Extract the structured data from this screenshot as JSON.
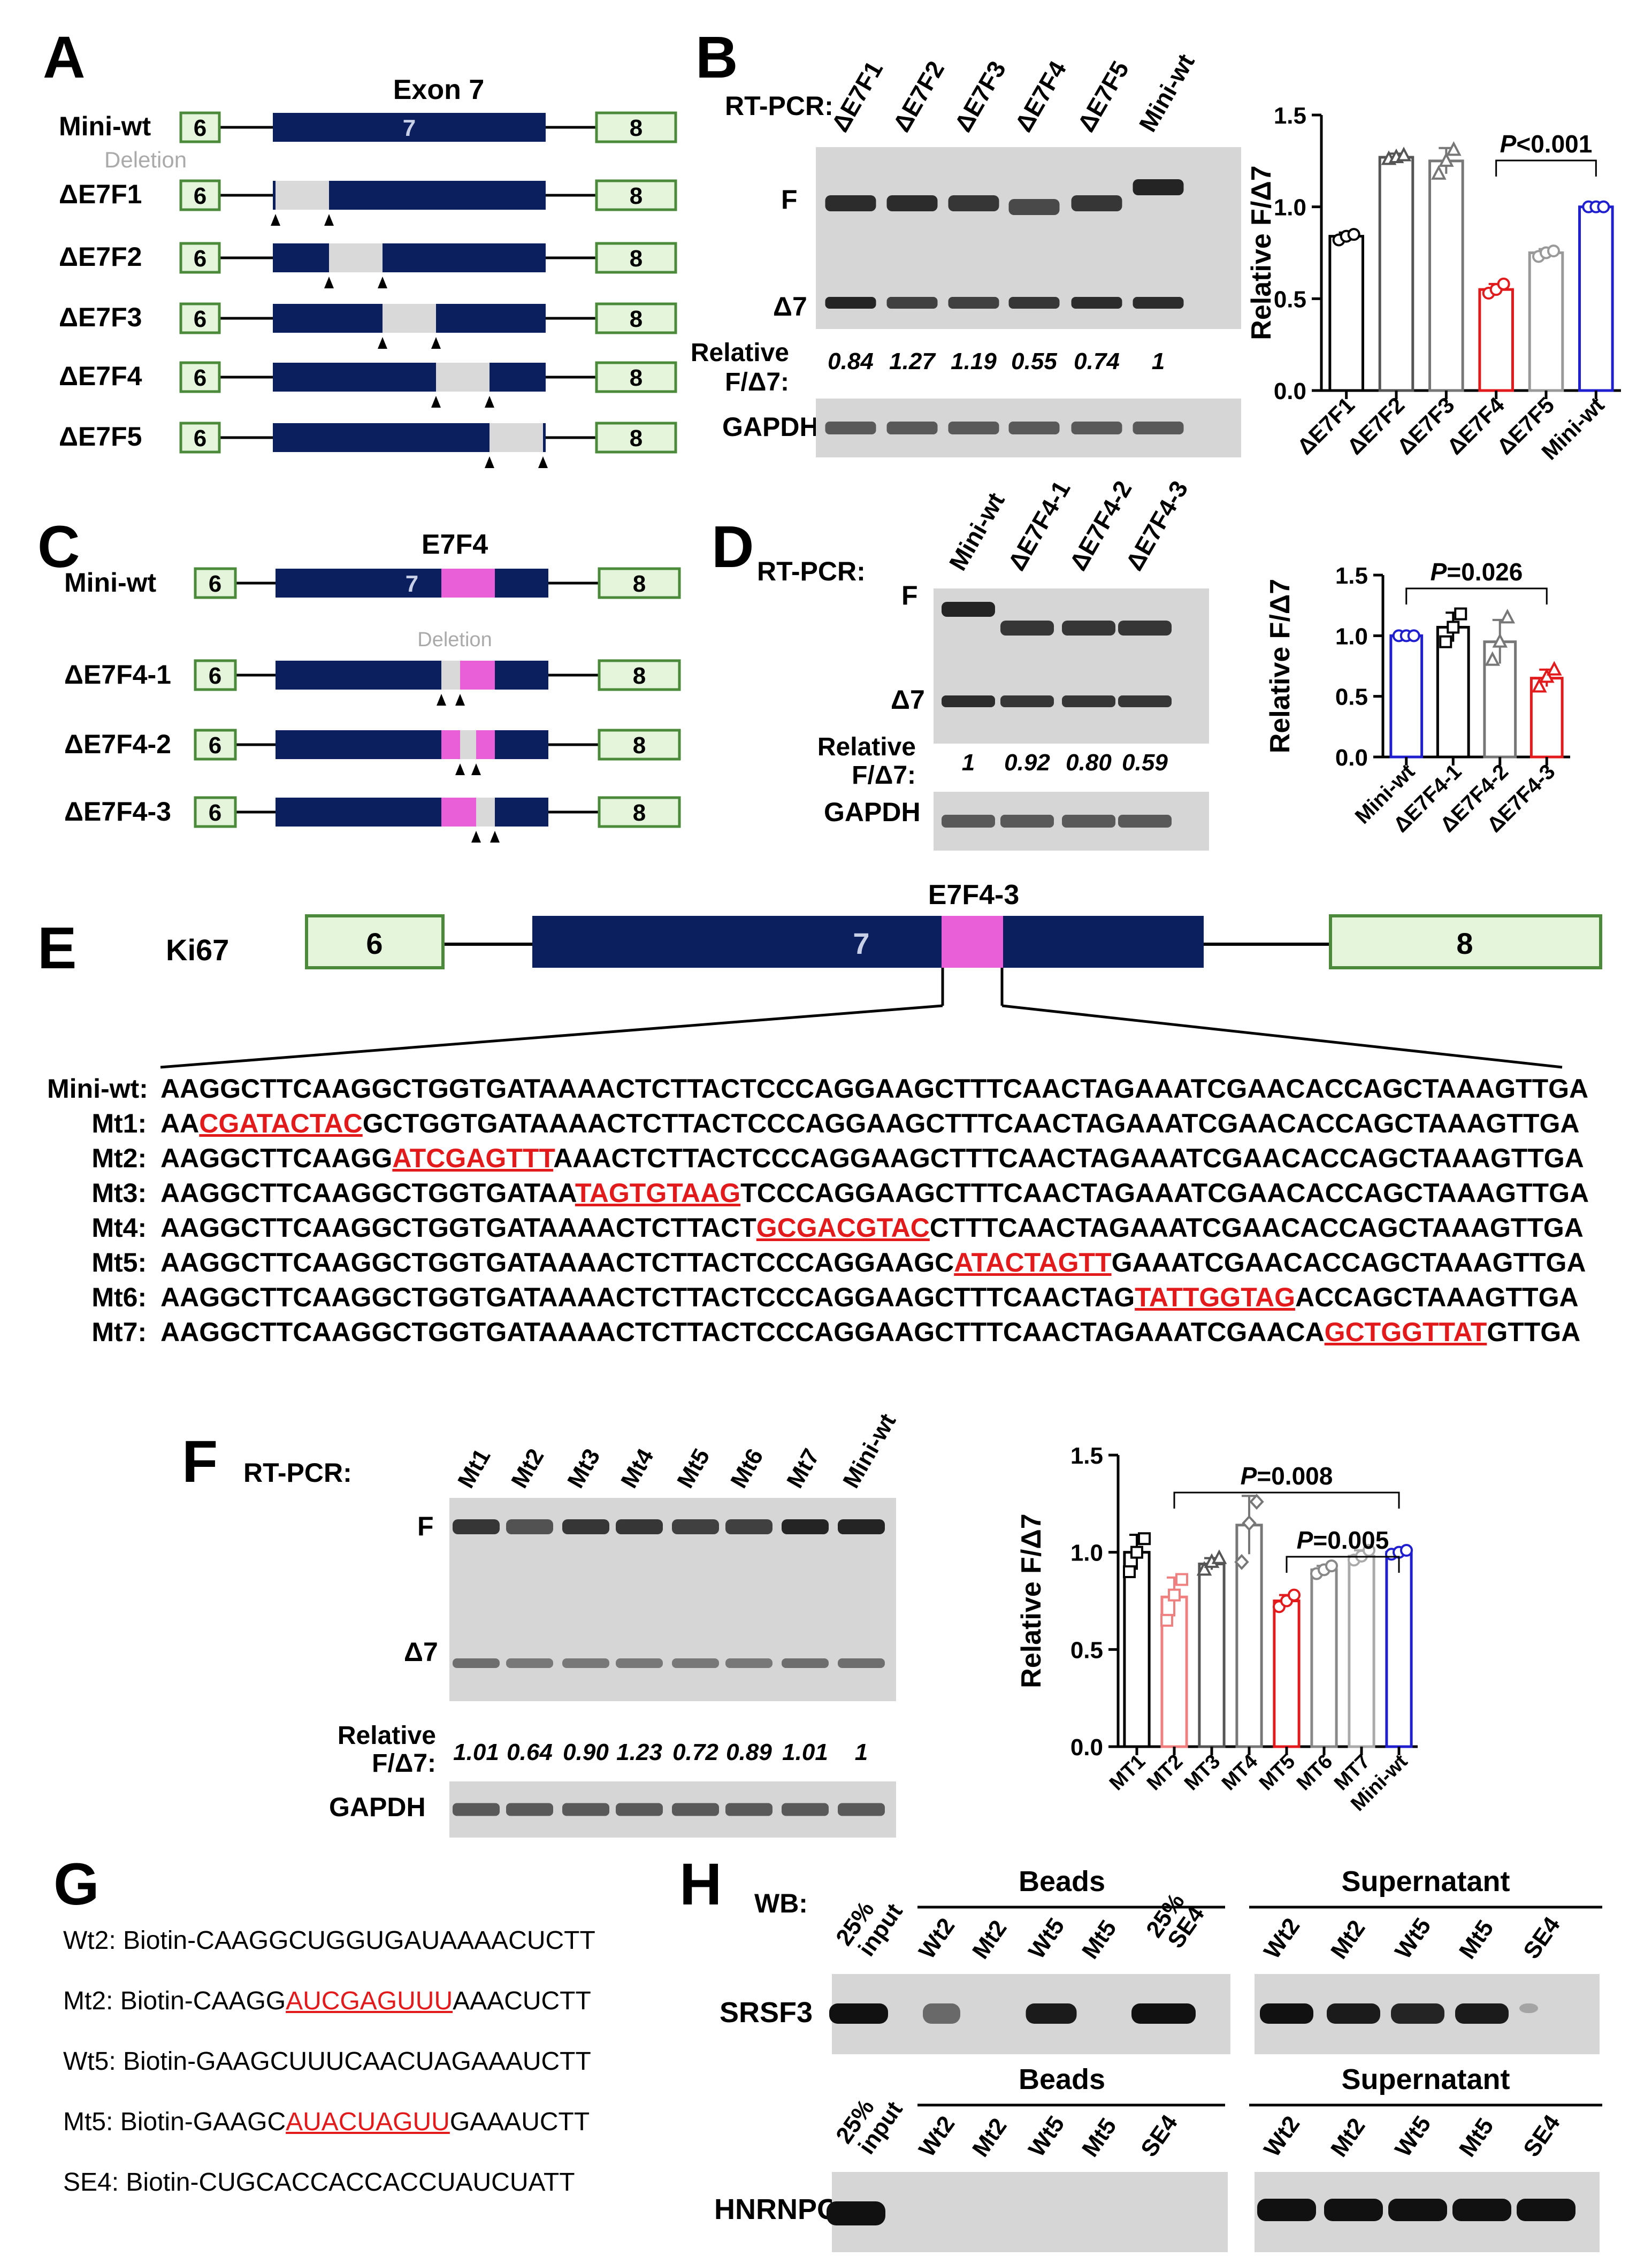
{
  "panels": {
    "A": "A",
    "B": "B",
    "C": "C",
    "D": "D",
    "E": "E",
    "F": "F",
    "G": "G",
    "H": "H"
  },
  "panelA": {
    "exon_title": "Exon 7",
    "exon_left": "6",
    "exon_mid": "7",
    "exon_right": "8",
    "deletion_label": "Deletion",
    "constructs": [
      "Mini-wt",
      "ΔE7F1",
      "ΔE7F2",
      "ΔE7F3",
      "ΔE7F4",
      "ΔE7F5"
    ]
  },
  "panelB": {
    "rtpcr_label": "RT-PCR:",
    "lanes": [
      "ΔE7F1",
      "ΔE7F2",
      "ΔE7F3",
      "ΔE7F4",
      "ΔE7F5",
      "Mini-wt"
    ],
    "band_full": "F",
    "band_skip": "Δ7",
    "ratio_label_1": "Relative",
    "ratio_label_2": "F/Δ7:",
    "ratios": [
      "0.84",
      "1.27",
      "1.19",
      "0.55",
      "0.74",
      "1"
    ],
    "gapdh": "GAPDH"
  },
  "panelC": {
    "region_title": "E7F4",
    "exon_left": "6",
    "exon_mid": "7",
    "exon_right": "8",
    "deletion_label": "Deletion",
    "constructs": [
      "Mini-wt",
      "ΔE7F4-1",
      "ΔE7F4-2",
      "ΔE7F4-3"
    ]
  },
  "panelD": {
    "rtpcr_label": "RT-PCR:",
    "lanes": [
      "Mini-wt",
      "ΔE7F4-1",
      "ΔE7F4-2",
      "ΔE7F4-3"
    ],
    "band_full": "F",
    "band_skip": "Δ7",
    "ratio_label_1": "Relative",
    "ratio_label_2": "F/Δ7:",
    "ratios": [
      "1",
      "0.92",
      "0.80",
      "0.59"
    ],
    "gapdh": "GAPDH"
  },
  "panelE": {
    "gene": "Ki67",
    "region_title": "E7F4-3",
    "exon_left": "6",
    "exon_mid": "7",
    "exon_right": "8",
    "sequences": [
      {
        "label": "Mini-wt:",
        "pre": "AAGGCTTCAAGGCTGGTGATAAAACTCTTACTCCCAGGAAGCTTTCAACTAGAAATCGAACACCAGCTAAAGTTGA",
        "mut": "",
        "post": ""
      },
      {
        "label": "Mt1:",
        "pre": "AA",
        "mut": "CGATACTAC",
        "post": "GCTGGTGATAAAACTCTTACTCCCAGGAAGCTTTCAACTAGAAATCGAACACCAGCTAAAGTTGA"
      },
      {
        "label": "Mt2:",
        "pre": "AAGGCTTCAAGG",
        "mut": "ATCGAGTTT",
        "post": "AAACTCTTACTCCCAGGAAGCTTTCAACTAGAAATCGAACACCAGCTAAAGTTGA"
      },
      {
        "label": "Mt3:",
        "pre": "AAGGCTTCAAGGCTGGTGATAA",
        "mut": "TAGTGTAAG",
        "post": "TCCCAGGAAGCTTTCAACTAGAAATCGAACACCAGCTAAAGTTGA"
      },
      {
        "label": "Mt4:",
        "pre": "AAGGCTTCAAGGCTGGTGATAAAACTCTTACT",
        "mut": "GCGACGTAC",
        "post": "CTTTCAACTAGAAATCGAACACCAGCTAAAGTTGA"
      },
      {
        "label": "Mt5:",
        "pre": "AAGGCTTCAAGGCTGGTGATAAAACTCTTACTCCCAGGAAGC",
        "mut": "ATACTAGTT",
        "post": "GAAATCGAACACCAGCTAAAGTTGA"
      },
      {
        "label": "Mt6:",
        "pre": "AAGGCTTCAAGGCTGGTGATAAAACTCTTACTCCCAGGAAGCTTTCAACTAG",
        "mut": "TATTGGTAG",
        "post": "ACCAGCTAAAGTTGA"
      },
      {
        "label": "Mt7:",
        "pre": "AAGGCTTCAAGGCTGGTGATAAAACTCTTACTCCCAGGAAGCTTTCAACTAGAAATCGAACA",
        "mut": "GCTGGTTAT",
        "post": "GTTGA"
      }
    ]
  },
  "panelF": {
    "rtpcr_label": "RT-PCR:",
    "lanes": [
      "Mt1",
      "Mt2",
      "Mt3",
      "Mt4",
      "Mt5",
      "Mt6",
      "Mt7",
      "Mini-wt"
    ],
    "band_full": "F",
    "band_skip": "Δ7",
    "ratio_label_1": "Relative",
    "ratio_label_2": "F/Δ7:",
    "ratios": [
      "1.01",
      "0.64",
      "0.90",
      "1.23",
      "0.72",
      "0.89",
      "1.01",
      "1"
    ],
    "gapdh": "GAPDH"
  },
  "panelG": {
    "probes": [
      {
        "pre": "Wt2: Biotin-CAAGGCUGGUGAUAAAACUCTT",
        "mut": "",
        "post": ""
      },
      {
        "pre": "Mt2: Biotin-CAAGG",
        "mut": "AUCGAGUUU",
        "post": "AAACUCTT"
      },
      {
        "pre": "Wt5: Biotin-GAAGCUUUCAACUAGAAAUCTT",
        "mut": "",
        "post": ""
      },
      {
        "pre": "Mt5: Biotin-GAAGC",
        "mut": "AUACUAGUU",
        "post": "GAAAUCTT"
      },
      {
        "pre": "SE4: Biotin-CUGCACCACCACCUAUCUATT",
        "mut": "",
        "post": ""
      }
    ]
  },
  "panelH": {
    "wb_label": "WB:",
    "beads": "Beads",
    "supernatant": "Supernatant",
    "input_1": "25%",
    "input_2": "input",
    "se4_top_1": "25%",
    "se4_top_2": "SE4",
    "bead_lanes": [
      "Wt2",
      "Mt2",
      "Wt5",
      "Mt5"
    ],
    "bead_lanes_bottom": [
      "Wt2",
      "Mt2",
      "Wt5",
      "Mt5",
      "SE4"
    ],
    "sup_lanes": [
      "Wt2",
      "Mt2",
      "Wt5",
      "Mt5",
      "SE4"
    ],
    "protein_top": "SRSF3",
    "protein_bottom": "HNRNPC"
  },
  "chart_data": [
    {
      "type": "bar",
      "ylabel": "Relative F/Δ7",
      "categories": [
        "ΔE7F1",
        "ΔE7F2",
        "ΔE7F3",
        "ΔE7F4",
        "ΔE7F5",
        "Mini-wt"
      ],
      "values": [
        0.84,
        1.27,
        1.25,
        0.55,
        0.75,
        1.0
      ],
      "errors": [
        0.02,
        0.02,
        0.07,
        0.03,
        0.02,
        0.0
      ],
      "points": [
        [
          0.82,
          0.84,
          0.85
        ],
        [
          1.26,
          1.27,
          1.28
        ],
        [
          1.18,
          1.25,
          1.31
        ],
        [
          0.53,
          0.55,
          0.58
        ],
        [
          0.73,
          0.75,
          0.76
        ],
        [
          1.0,
          1.0,
          1.0
        ]
      ],
      "colors": [
        "#000000",
        "#555555",
        "#777777",
        "#e31a1c",
        "#999999",
        "#1f1fd0"
      ],
      "markers": [
        "circle",
        "triangle",
        "triangle",
        "circle",
        "circle",
        "circle"
      ],
      "ylim": [
        0,
        1.5
      ],
      "yticks": [
        "0.0",
        "0.5",
        "1.0",
        "1.5"
      ],
      "pvalues": [
        {
          "from": 3,
          "to": 5,
          "italic": "P",
          "text": "<0.001"
        }
      ]
    },
    {
      "type": "bar",
      "ylabel": "Relative F/Δ7",
      "categories": [
        "Mini-wt",
        "ΔE7F4-1",
        "ΔE7F4-2",
        "ΔE7F4-3"
      ],
      "values": [
        1.0,
        1.07,
        0.95,
        0.65
      ],
      "errors": [
        0.0,
        0.12,
        0.18,
        0.07
      ],
      "points": [
        [
          1.0,
          1.0,
          1.0
        ],
        [
          0.95,
          1.07,
          1.18
        ],
        [
          0.8,
          0.95,
          1.15
        ],
        [
          0.58,
          0.66,
          0.72
        ]
      ],
      "colors": [
        "#1f1fd0",
        "#000000",
        "#777777",
        "#e31a1c"
      ],
      "markers": [
        "circle",
        "square",
        "triangle",
        "triangle"
      ],
      "ylim": [
        0,
        1.5
      ],
      "yticks": [
        "0.0",
        "0.5",
        "1.0",
        "1.5"
      ],
      "pvalues": [
        {
          "from": 0,
          "to": 3,
          "italic": "P",
          "text": "=0.026"
        }
      ]
    },
    {
      "type": "bar",
      "ylabel": "Relative F/Δ7",
      "categories": [
        "MT1",
        "MT2",
        "MT3",
        "MT4",
        "MT5",
        "MT6",
        "MT7",
        "Mini-wt"
      ],
      "values": [
        1.0,
        0.77,
        0.94,
        1.14,
        0.75,
        0.91,
        0.98,
        1.0
      ],
      "errors": [
        0.09,
        0.1,
        0.03,
        0.15,
        0.03,
        0.02,
        0.03,
        0.01
      ],
      "points": [
        [
          0.9,
          1.0,
          1.07
        ],
        [
          0.65,
          0.78,
          0.86
        ],
        [
          0.91,
          0.95,
          0.97
        ],
        [
          0.95,
          1.15,
          1.26
        ],
        [
          0.72,
          0.75,
          0.78
        ],
        [
          0.89,
          0.91,
          0.93
        ],
        [
          0.96,
          0.98,
          1.01
        ],
        [
          0.99,
          1.0,
          1.01
        ]
      ],
      "colors": [
        "#000000",
        "#f08080",
        "#555555",
        "#777777",
        "#e31a1c",
        "#888888",
        "#aaaaaa",
        "#1f1fd0"
      ],
      "markers": [
        "square",
        "square",
        "triangle",
        "diamond",
        "circle",
        "circle",
        "circle",
        "circle"
      ],
      "ylim": [
        0,
        1.5
      ],
      "yticks": [
        "0.0",
        "0.5",
        "1.0",
        "1.5"
      ],
      "pvalues": [
        {
          "from": 1,
          "to": 7,
          "italic": "P",
          "text": "=0.008"
        },
        {
          "from": 4,
          "to": 7,
          "italic": "P",
          "text": "=0.005"
        }
      ]
    }
  ]
}
